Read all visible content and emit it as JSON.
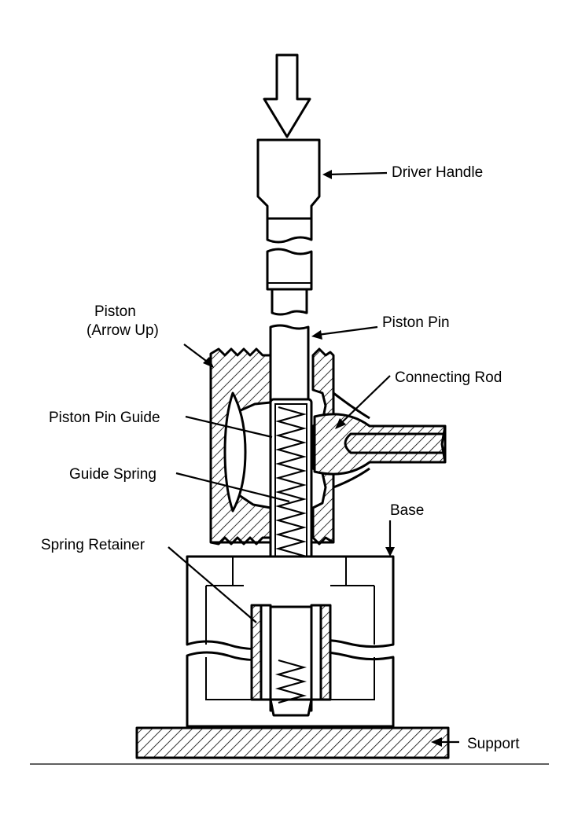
{
  "labels": {
    "driver_handle": "Driver Handle",
    "piston_line1": "Piston",
    "piston_line2": "(Arrow Up)",
    "piston_pin": "Piston Pin",
    "connecting_rod": "Connecting Rod",
    "piston_pin_guide": "Piston Pin Guide",
    "guide_spring": "Guide Spring",
    "base": "Base",
    "spring_retainer": "Spring Retainer",
    "support": "Support"
  }
}
